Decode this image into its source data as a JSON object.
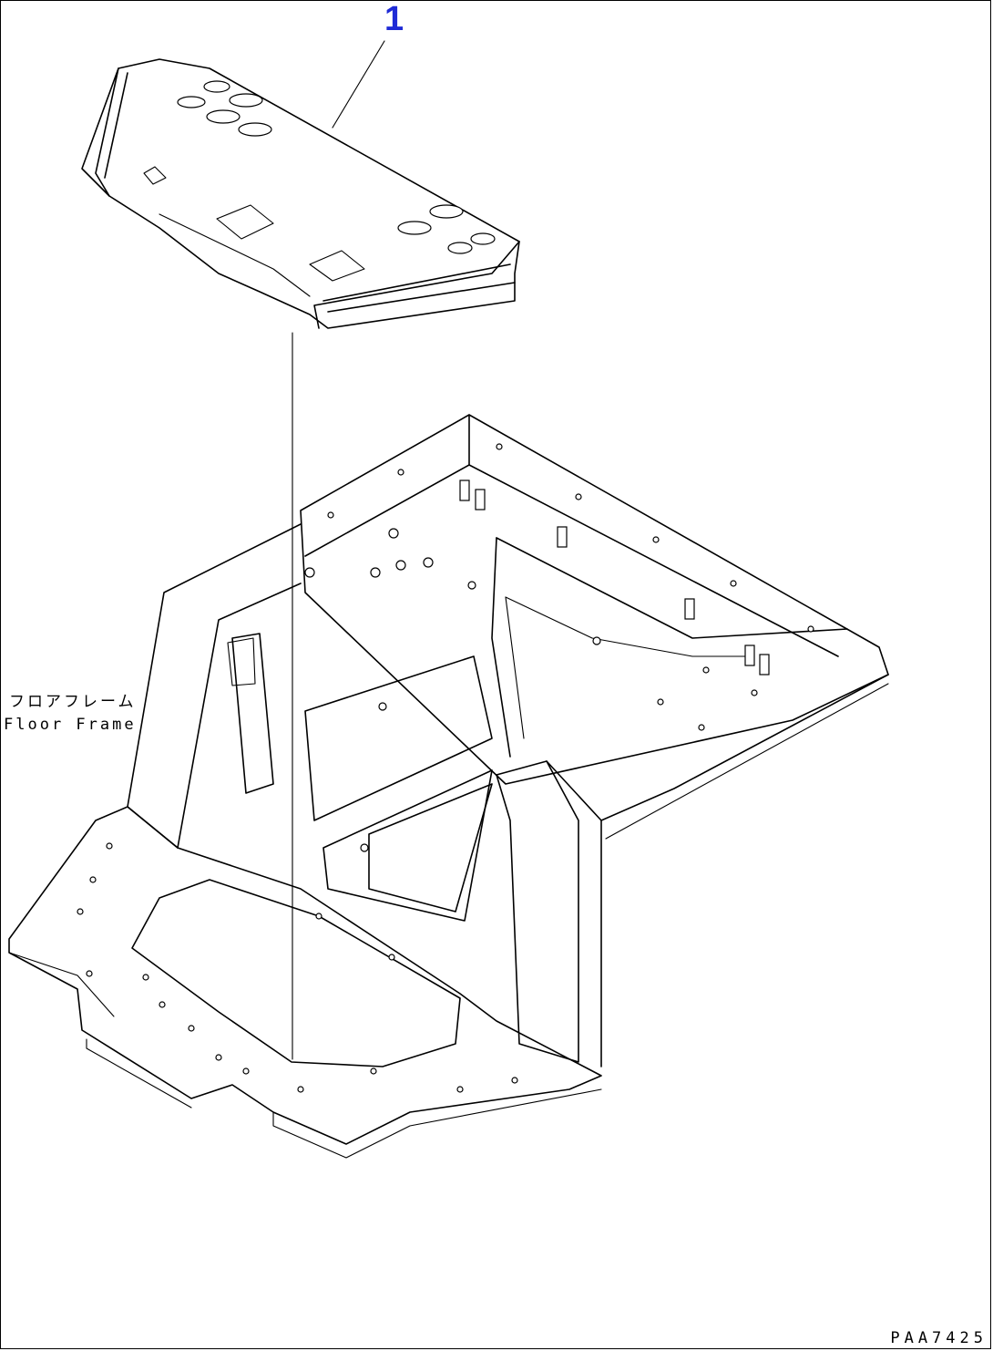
{
  "diagram": {
    "callout_number": "1",
    "label_japanese": "フロアフレーム",
    "label_english": "Floor Frame",
    "figure_code": "PAA7425"
  },
  "colors": {
    "callout": "#1f2bd6",
    "line": "#000000",
    "background": "#ffffff"
  }
}
